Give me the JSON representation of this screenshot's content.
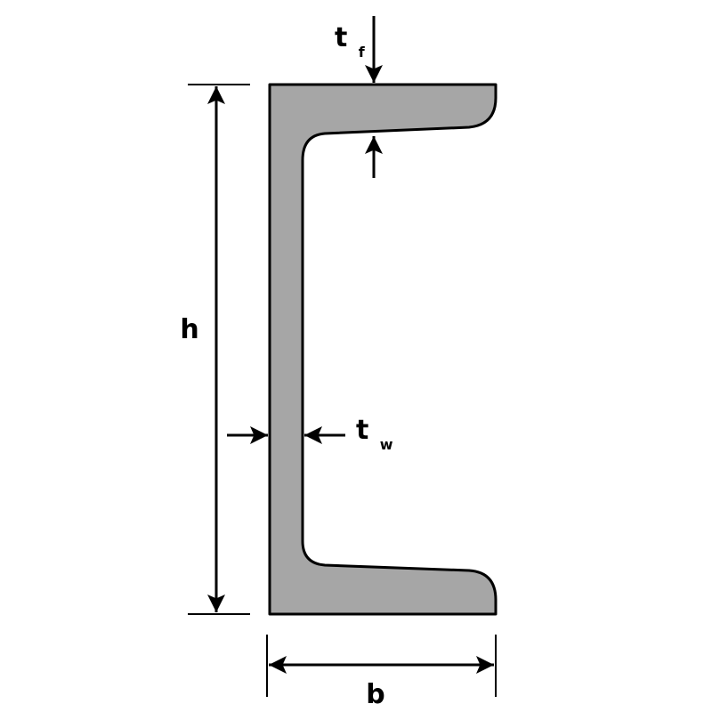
{
  "colors": {
    "section_fill": "#a6a6a6",
    "line": "#000000",
    "background": "#ffffff"
  },
  "labels": {
    "height": "h",
    "width": "b",
    "flange_thickness_main": "t",
    "flange_thickness_sub": "f",
    "web_thickness_main": "t",
    "web_thickness_sub": "w"
  }
}
